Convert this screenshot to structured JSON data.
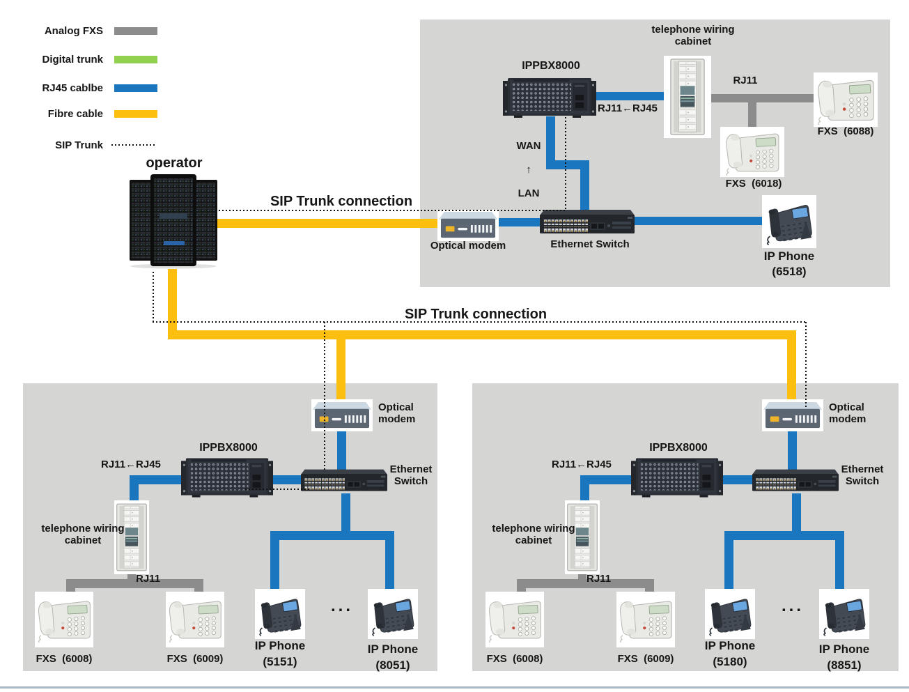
{
  "colors": {
    "rj45_blue": "#1b76c0",
    "fibre_yellow": "#fcbf10",
    "analog_gray": "#8c8c8c",
    "digital_green": "#92d14f",
    "sip_dot": "#111111",
    "panel_bg": "#d5d5d3",
    "divider": "#a9b8c4"
  },
  "legend": {
    "items": [
      {
        "label": "Analog FXS",
        "color": "#8c8c8c",
        "style": "solid"
      },
      {
        "label": "Digital trunk",
        "color": "#92d14f",
        "style": "solid"
      },
      {
        "label": "RJ45 cablbe",
        "color": "#1b76c0",
        "style": "solid"
      },
      {
        "label": "Fibre cable",
        "color": "#fcbf10",
        "style": "solid"
      },
      {
        "label": "SIP Trunk",
        "color": "#111111",
        "style": "dotted"
      }
    ]
  },
  "operator": {
    "label": "operator"
  },
  "sip_labels": {
    "top": "SIP Trunk connection",
    "mid": "SIP Trunk connection"
  },
  "top_panel": {
    "cabinet_label": "telephone wiring cabinet",
    "ippbx_label": "IPPBX8000",
    "rj11_rj45": "RJ11←RJ45",
    "rj11": "RJ11",
    "wan": "WAN",
    "updown_arrow": "↑",
    "lan": "LAN",
    "fxs_right": "FXS  (6088)",
    "fxs_mid": "FXS  (6018)",
    "modem_label": "Optical modem",
    "switch_label": "Ethernet Switch",
    "ip_phone": {
      "line1": "IP Phone",
      "line2": "(6518)"
    }
  },
  "bottom_left": {
    "modem_label": "Optical modem",
    "switch_label": "Ethernet Switch",
    "ippbx_label": "IPPBX8000",
    "rj11_rj45": "RJ11←RJ45",
    "cabinet_label": "telephone wiring cabinet",
    "rj11": "RJ11",
    "fxs1": "FXS  (6008)",
    "fxs2": "FXS  (6009)",
    "ip1": {
      "line1": "IP Phone",
      "line2": "(5151)"
    },
    "dots": "...",
    "ip2": {
      "line1": "IP Phone",
      "line2": "(8051)"
    }
  },
  "bottom_right": {
    "modem_label": "Optical modem",
    "switch_label": "Ethernet Switch",
    "ippbx_label": "IPPBX8000",
    "rj11_rj45": "RJ11←RJ45",
    "cabinet_label": "telephone wiring cabinet",
    "rj11": "RJ11",
    "fxs1": "FXS  (6008)",
    "fxs2": "FXS  (6009)",
    "ip1": {
      "line1": "IP Phone",
      "line2": "(5180)"
    },
    "dots": "...",
    "ip2": {
      "line1": "IP Phone",
      "line2": "(8851)"
    }
  }
}
